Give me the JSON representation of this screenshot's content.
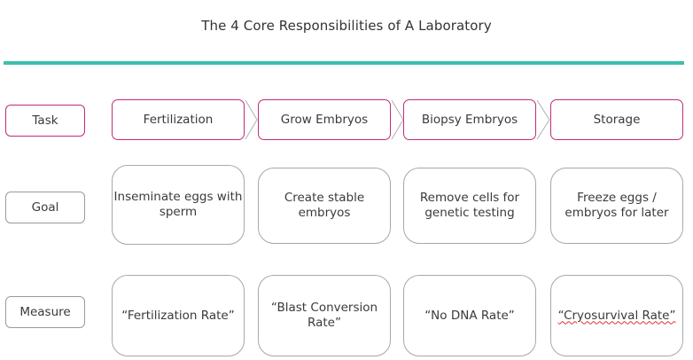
{
  "title": "The 4 Core Responsibilities of A Laboratory",
  "colors": {
    "accent_rule": "#3dbfad",
    "task_border": "#c22a7a",
    "cell_border": "#a8a8a8"
  },
  "rows": {
    "task": {
      "label": "Task"
    },
    "goal": {
      "label": "Goal"
    },
    "measure": {
      "label": "Measure"
    }
  },
  "tasks": [
    "Fertilization",
    "Grow Embryos",
    "Biopsy Embryos",
    "Storage"
  ],
  "goals": [
    "Inseminate eggs with sperm",
    "Create stable embryos",
    "Remove cells for genetic testing",
    "Freeze eggs / embryos for later"
  ],
  "measures": [
    "“Fertilization Rate”",
    "“Blast Conversion Rate”",
    "“No DNA Rate”",
    "“Cryosurvival Rate”"
  ]
}
